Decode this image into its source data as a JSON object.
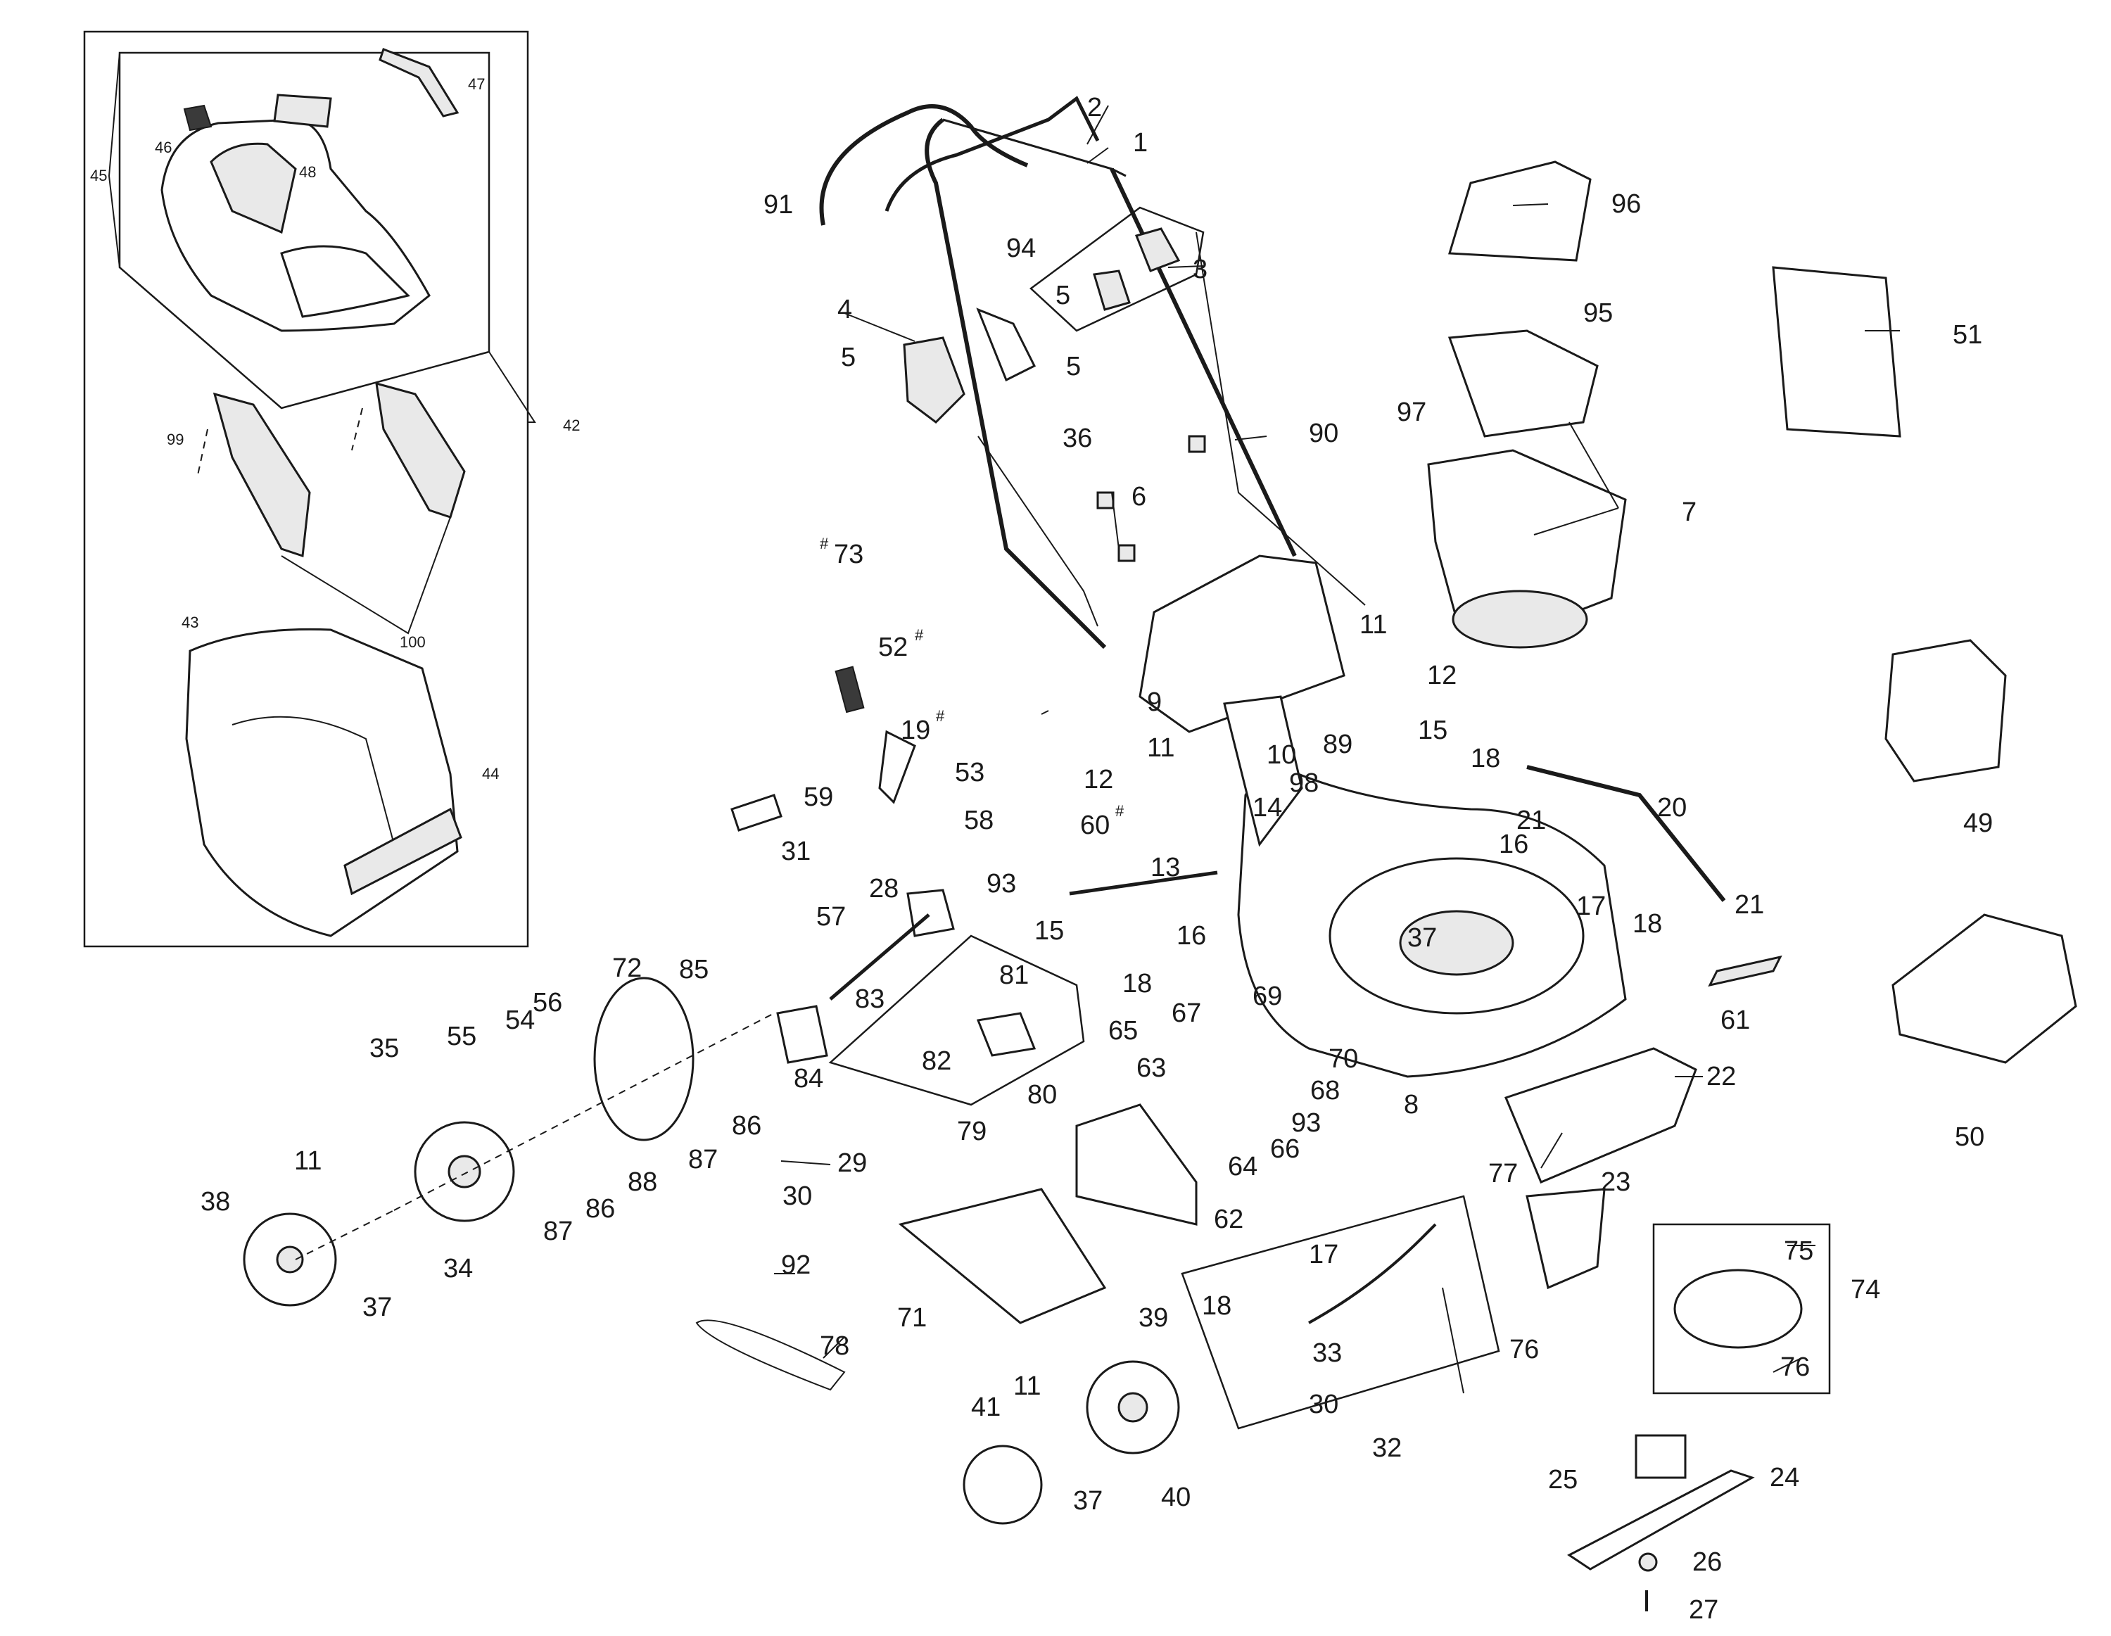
{
  "diagram": {
    "labels": {
      "l1": "1",
      "l2": "2",
      "l3": "3",
      "l4": "4",
      "l5a": "5",
      "l5b": "5",
      "l5c": "5",
      "l6": "6",
      "l7": "7",
      "l8": "8",
      "l9": "9",
      "l10": "10",
      "l11a": "11",
      "l11b": "11",
      "l11c": "11",
      "l11d": "11",
      "l12a": "12",
      "l12b": "12",
      "l13": "13",
      "l14": "14",
      "l15a": "15",
      "l15b": "15",
      "l16a": "16",
      "l16b": "16",
      "l17a": "17",
      "l17b": "17",
      "l18a": "18",
      "l18b": "18",
      "l18c": "18",
      "l18d": "18",
      "l19": "19",
      "l20": "20",
      "l21a": "21",
      "l21b": "21",
      "l22": "22",
      "l23": "23",
      "l24": "24",
      "l25": "25",
      "l26": "26",
      "l27": "27",
      "l28": "28",
      "l29": "29",
      "l30a": "30",
      "l30b": "30",
      "l31": "31",
      "l32": "32",
      "l33": "33",
      "l34": "34",
      "l35": "35",
      "l36": "36",
      "l37a": "37",
      "l37b": "37",
      "l37c": "37",
      "l38": "38",
      "l39": "39",
      "l40": "40",
      "l41": "41",
      "l42": "42",
      "l43": "43",
      "l44": "44",
      "l45": "45",
      "l46": "46",
      "l47": "47",
      "l48": "48",
      "l49": "49",
      "l50": "50",
      "l51": "51",
      "l52": "52",
      "l53": "53",
      "l54": "54",
      "l55": "55",
      "l56": "56",
      "l57": "57",
      "l58": "58",
      "l59": "59",
      "l60": "60",
      "l61": "61",
      "l62": "62",
      "l63": "63",
      "l64": "64",
      "l65": "65",
      "l66": "66",
      "l67": "67",
      "l68": "68",
      "l69": "69",
      "l70": "70",
      "l71": "71",
      "l72": "72",
      "l73": "73",
      "l74": "74",
      "l75": "75",
      "l76a": "76",
      "l76b": "76",
      "l77": "77",
      "l78": "78",
      "l79": "79",
      "l80": "80",
      "l81": "81",
      "l82": "82",
      "l83": "83",
      "l84": "84",
      "l85": "85",
      "l86a": "86",
      "l86b": "86",
      "l87a": "87",
      "l87b": "87",
      "l88": "88",
      "l89": "89",
      "l90": "90",
      "l91": "91",
      "l92": "92",
      "l93a": "93",
      "l93b": "93",
      "l94": "94",
      "l95": "95",
      "l96": "96",
      "l97": "97",
      "l98": "98",
      "l99": "99",
      "l100": "100",
      "hash": "#"
    }
  }
}
